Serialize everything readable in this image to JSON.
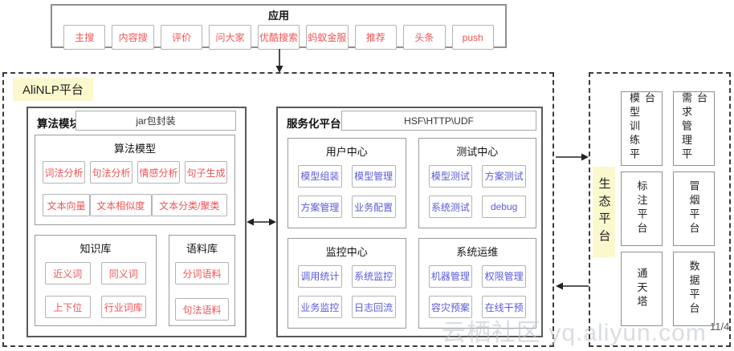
{
  "app": {
    "title": "应用",
    "buttons": [
      "主搜",
      "内容搜",
      "评价",
      "问大家",
      "优酷搜索",
      "蚂蚁金服",
      "推荐",
      "头条",
      "push"
    ]
  },
  "alinlp": {
    "label": "AliNLP平台"
  },
  "algo": {
    "title": "算法模块",
    "tag": "jar包封装",
    "models": {
      "title": "算法模型",
      "row1": [
        "词法分析",
        "句法分析",
        "情感分析",
        "句子生成"
      ],
      "row2": [
        "文本向量",
        "文本相似度",
        "文本分类/聚类"
      ]
    },
    "knowledge": {
      "title": "知识库",
      "items": [
        "近义词",
        "同义词",
        "上下位",
        "行业词库"
      ]
    },
    "corpus": {
      "title": "语料库",
      "items": [
        "分词语料",
        "句法语料"
      ]
    }
  },
  "service": {
    "title": "服务化平台",
    "tag": "HSF\\HTTP\\UDF",
    "sections": [
      {
        "title": "用户中心",
        "items": [
          "模型组装",
          "模型管理",
          "方案管理",
          "业务配置"
        ]
      },
      {
        "title": "测试中心",
        "items": [
          "模型测试",
          "方案测试",
          "系统测试",
          "debug"
        ]
      },
      {
        "title": "监控中心",
        "items": [
          "调用统计",
          "系统监控",
          "业务监控",
          "日志回流"
        ]
      },
      {
        "title": "系统运维",
        "items": [
          "机器管理",
          "权限管理",
          "容灾预案",
          "在线干预"
        ]
      }
    ]
  },
  "eco": {
    "label": "生态平台",
    "boxes": [
      "模型训练平台",
      "需求管理平台",
      "标注平台",
      "冒烟平台",
      "通天塔",
      "数据平台"
    ]
  },
  "watermark": {
    "site": "云栖社区 yq.aliyun.com",
    "page": "11/4"
  },
  "colors": {
    "red": "#f15353",
    "blue": "#5a5ad6",
    "highlight": "#fcf8cd"
  }
}
